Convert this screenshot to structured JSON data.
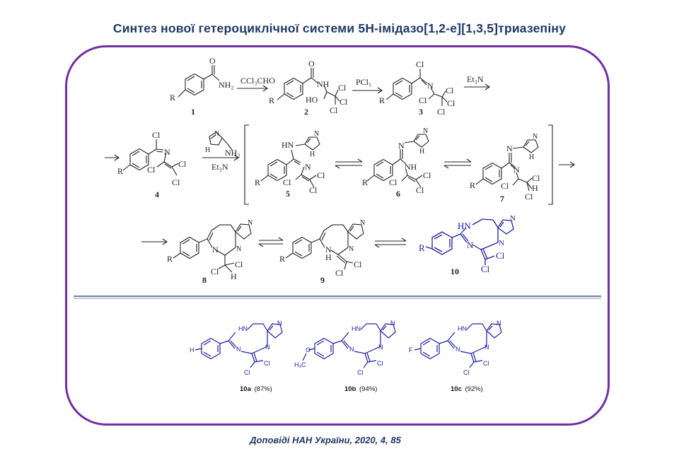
{
  "title": "Синтез нової гетероциклічної системи 5H-імідазо[1,2-e][1,3,5]триазепіну",
  "footer": "Доповіді НАН України, 2020, 4, 85",
  "colors": {
    "title": "#1f3864",
    "frame": "#7030a0",
    "divider": "#1f3864",
    "highlight": "#1f1fa0"
  },
  "scheme": {
    "reagents": {
      "r1": "CCl₃CHO",
      "r2": "PCl₅",
      "r3": "Et₃N",
      "r4_amine": "NH₂",
      "r4_base": "Et₃N"
    },
    "compounds": [
      "1",
      "2",
      "3",
      "4",
      "5",
      "6",
      "7",
      "8",
      "9",
      "10"
    ],
    "atoms": {
      "R": "R",
      "O": "O",
      "N": "N",
      "NH": "NH",
      "NH2": "NH₂",
      "HN": "HN",
      "H": "H",
      "HO": "HO",
      "Cl": "Cl"
    }
  },
  "products": [
    {
      "id": "10a",
      "yield": "(87%)",
      "substituent": "H"
    },
    {
      "id": "10b",
      "yield": "(94%)",
      "substituent": "O",
      "methyl": "H₃C"
    },
    {
      "id": "10c",
      "yield": "(92%)",
      "substituent": "F"
    }
  ]
}
